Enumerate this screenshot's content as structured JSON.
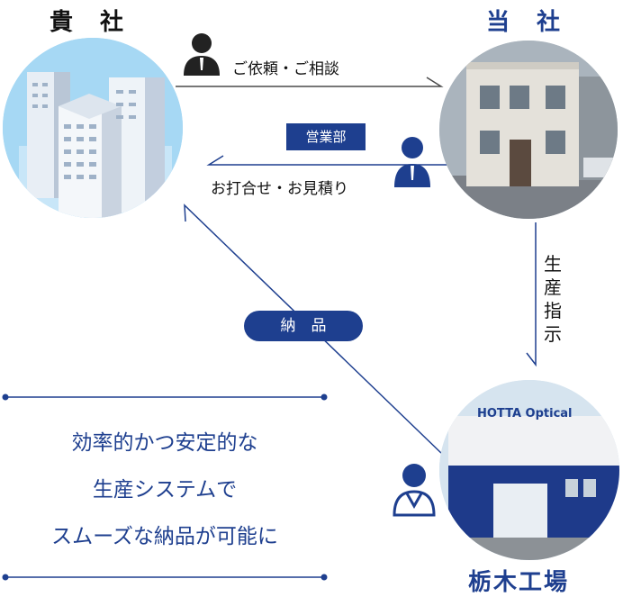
{
  "nodes": {
    "client": {
      "label": "貴　社"
    },
    "company": {
      "label": "当　社"
    },
    "factory": {
      "label": "栃木工場"
    }
  },
  "edges": {
    "request": {
      "label": "ご依頼・ご相談"
    },
    "meeting": {
      "label": "お打合せ・お見積り",
      "badge": "営業部"
    },
    "production": {
      "label": "生産指示"
    },
    "delivery": {
      "badge": "納　品"
    }
  },
  "factory_sign": "HOTTA Optical",
  "tagline": {
    "lines": [
      "効率的かつ安定的な",
      "生産システムで",
      "スムーズな納品が可能に"
    ]
  },
  "colors": {
    "accent": "#1e3f8f",
    "line": "#4a4a4a"
  }
}
